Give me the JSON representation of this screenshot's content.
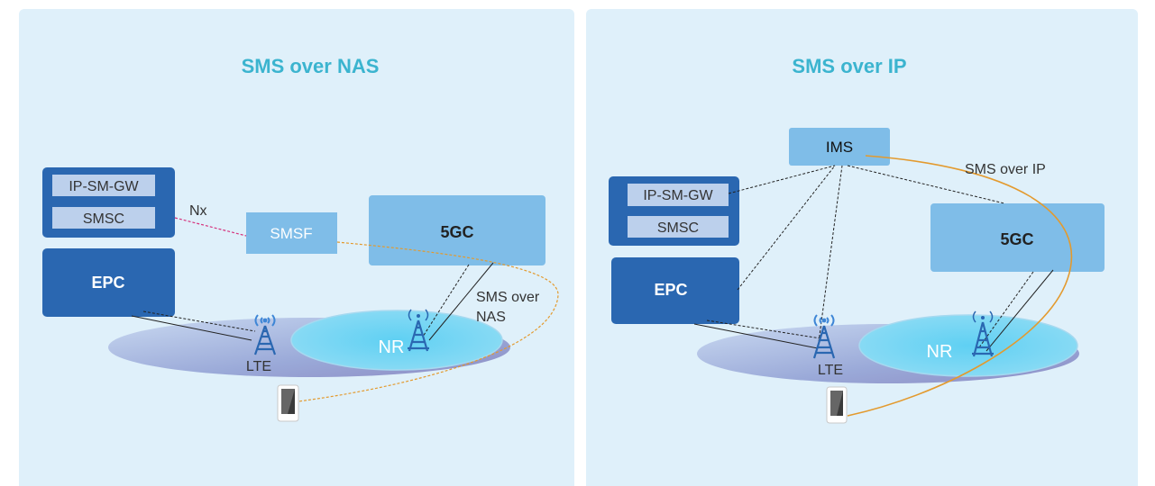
{
  "left": {
    "title": "SMS over NAS",
    "ipsmgw": "IP-SM-GW",
    "smsc": "SMSC",
    "nx": "Nx",
    "smsf": "SMSF",
    "core5g": "5GC",
    "epc": "EPC",
    "sms_label_1": "SMS over",
    "sms_label_2": "NAS",
    "nr": "NR",
    "lte": "LTE"
  },
  "right": {
    "title": "SMS over IP",
    "ims": "IMS",
    "sms_label": "SMS over IP",
    "ipsmgw": "IP-SM-GW",
    "smsc": "SMSC",
    "core5g": "5GC",
    "epc": "EPC",
    "nr": "NR",
    "lte": "LTE"
  },
  "colors": {
    "panel_bg": "#dff0fa",
    "title": "#3bb4cf",
    "dark_box": "#2a67b1",
    "light_box": "#7fbde8",
    "inner_box": "#bcd0ec",
    "nx_link": "#d6317c",
    "sms_link": "#e39a2e"
  }
}
